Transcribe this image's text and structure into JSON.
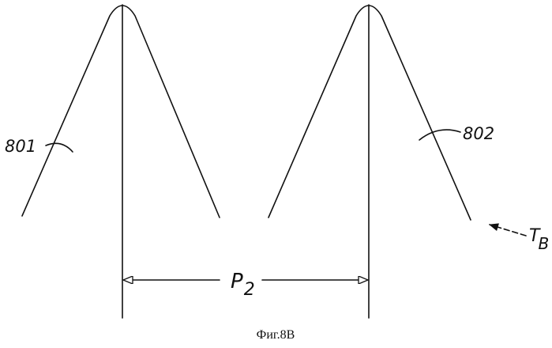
{
  "diagram": {
    "labels": {
      "tooth_left": "801",
      "tooth_right": "802",
      "pitch_main": "P",
      "pitch_sub": "2",
      "direction_main": "T",
      "direction_sub": "B"
    },
    "caption": "Фиг.8В"
  },
  "colors": {
    "ink": "#111111",
    "background": "#ffffff"
  }
}
